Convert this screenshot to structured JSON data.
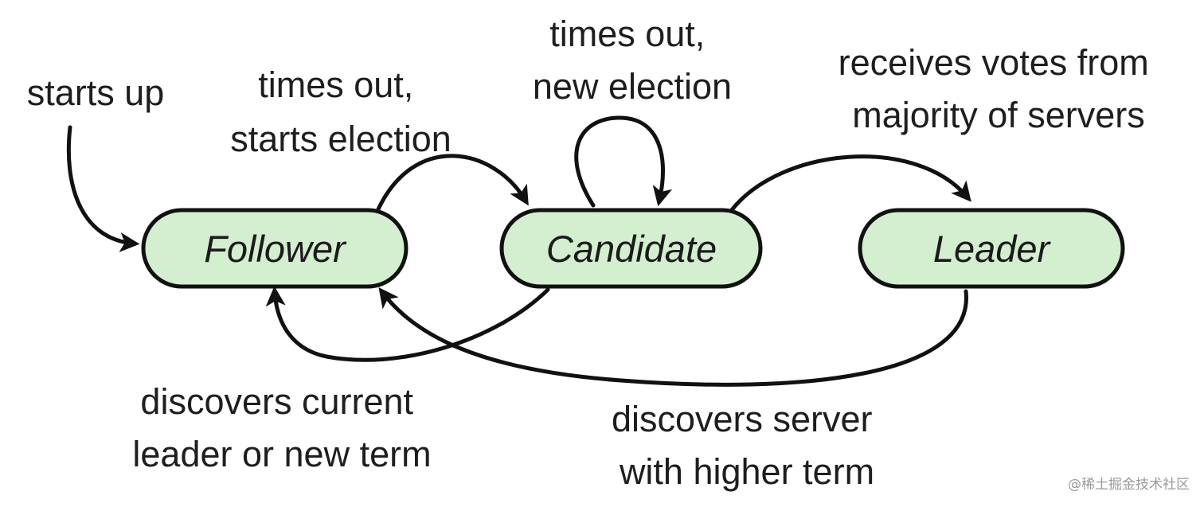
{
  "states": {
    "follower": "Follower",
    "candidate": "Candidate",
    "leader": "Leader"
  },
  "transitions": {
    "start": "starts up",
    "follower_to_candidate": [
      "times out,",
      "starts election"
    ],
    "candidate_self": [
      "times out,",
      "new election"
    ],
    "candidate_to_leader": [
      "receives votes from",
      "majority of servers"
    ],
    "candidate_to_follower": [
      "discovers current",
      "leader or new term"
    ],
    "leader_to_follower": [
      "discovers server",
      "with higher term"
    ]
  },
  "watermark": "@稀土掘金技术社区",
  "colors": {
    "node_fill": "#d3efcf",
    "stroke": "#111111",
    "text": "#1b1b1b"
  }
}
